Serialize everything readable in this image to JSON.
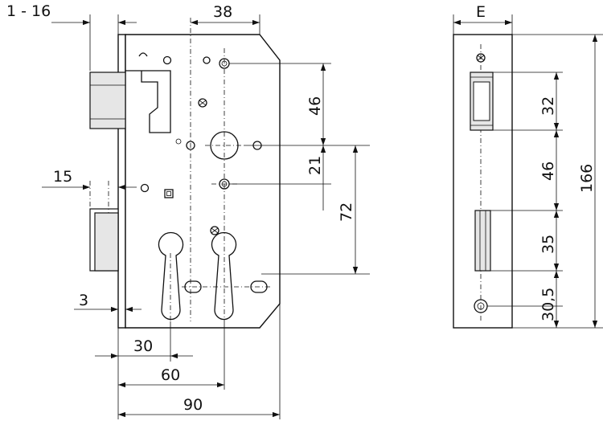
{
  "front_view": {
    "dim_backset_range": "1 - 16",
    "dim_38": "38",
    "dim_46": "46",
    "dim_21": "21",
    "dim_72": "72",
    "dim_15": "15",
    "dim_3": "3",
    "dim_30": "30",
    "dim_60": "60",
    "dim_90": "90"
  },
  "faceplate_view": {
    "dim_E": "E",
    "dim_32": "32",
    "dim_46": "46",
    "dim_35": "35",
    "dim_30_5": "30,5",
    "dim_166": "166"
  }
}
